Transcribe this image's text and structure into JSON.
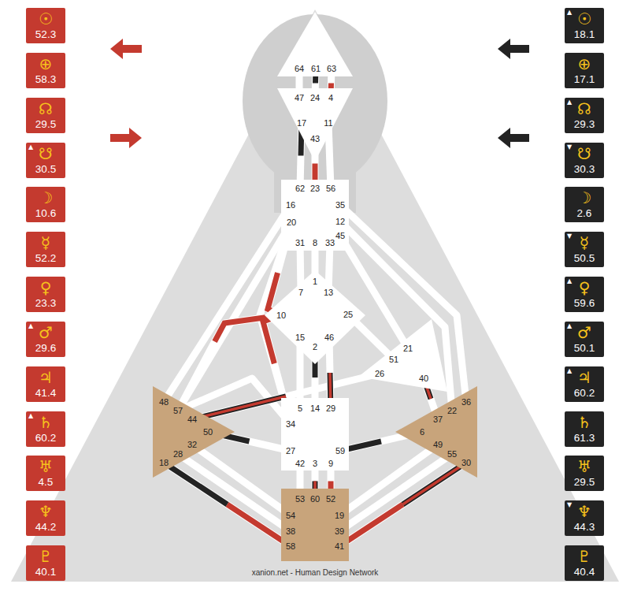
{
  "diagram": {
    "nodes": [
      {
        "text": [
          "☉",
          "52.3"
        ]
      },
      {
        "text": [
          "⊕",
          "58.3"
        ]
      },
      {
        "text": [
          "☊",
          "29.5"
        ]
      },
      {
        "text": [
          "▲",
          "☋",
          "30.5"
        ]
      },
      {
        "text": [
          "☽",
          "10.6"
        ]
      },
      {
        "text": [
          "☿",
          "52.2"
        ]
      },
      {
        "text": [
          "♀",
          "23.3"
        ]
      },
      {
        "text": [
          "▲",
          "♂",
          "29.6"
        ]
      },
      {
        "text": [
          "♃",
          "41.4"
        ]
      },
      {
        "text": [
          "▲",
          "♄",
          "60.2"
        ]
      },
      {
        "text": [
          "♅",
          "4.5"
        ]
      },
      {
        "text": [
          "♆",
          "44.2"
        ]
      },
      {
        "text": [
          "♇",
          "40.1"
        ]
      },
      {
        "text": [
          "▲",
          "☉",
          "18.1"
        ]
      },
      {
        "text": [
          "⊕",
          "17.1"
        ]
      },
      {
        "text": [
          "▲",
          "☊",
          "29.3"
        ]
      },
      {
        "text": [
          "▼",
          "☋",
          "30.3"
        ]
      },
      {
        "text": [
          "☽",
          "2.6"
        ]
      },
      {
        "text": [
          "▼",
          "☿",
          "50.5"
        ]
      },
      {
        "text": [
          "▲",
          "♀",
          "59.6"
        ]
      },
      {
        "text": [
          "▲",
          "♂",
          "50.1"
        ]
      },
      {
        "text": [
          "▲",
          "♃",
          "60.2"
        ]
      },
      {
        "text": [
          "♄",
          "61.3"
        ]
      },
      {
        "text": [
          "♅",
          "29.5"
        ]
      },
      {
        "text": [
          "▼",
          "♆",
          "44.3"
        ]
      },
      {
        "text": [
          "♇",
          "40.4"
        ]
      },
      {
        "text": [
          "64",
          "61",
          "63"
        ]
      },
      {
        "text": [
          "47",
          "24",
          "4",
          "17",
          "43",
          "11"
        ]
      },
      {
        "text": [
          "62",
          "23",
          "56",
          "16",
          "35",
          "20",
          "12",
          "45",
          "31",
          "8",
          "33"
        ]
      },
      {
        "text": [
          "1",
          "7",
          "13",
          "10",
          "25",
          "15",
          "2",
          "46"
        ]
      },
      {
        "text": [
          "21",
          "51",
          "26",
          "40"
        ]
      },
      {
        "text": [
          "48",
          "57",
          "44",
          "50",
          "32",
          "28",
          "18"
        ]
      },
      {
        "text": [
          "5",
          "14",
          "29",
          "34",
          "27",
          "59",
          "42",
          "3",
          "9"
        ]
      },
      {
        "text": [
          "36",
          "22",
          "37",
          "6",
          "49",
          "55",
          "30"
        ]
      },
      {
        "text": [
          "53",
          "60",
          "52",
          "54",
          "19",
          "38",
          "39",
          "58",
          "41"
        ]
      }
    ],
    "edges": [
      {
        "from": 26,
        "to": 27,
        "arrow": "none"
      },
      {
        "from": 26,
        "to": 27,
        "arrow": "none"
      },
      {
        "from": 26,
        "to": 27,
        "arrow": "none"
      },
      {
        "from": 27,
        "to": 28,
        "arrow": "none"
      },
      {
        "from": 27,
        "to": 28,
        "arrow": "none"
      },
      {
        "from": 27,
        "to": 28,
        "arrow": "none"
      },
      {
        "from": 28,
        "to": 31,
        "arrow": "none"
      },
      {
        "from": 28,
        "to": 31,
        "arrow": "none"
      },
      {
        "from": 28,
        "to": 32,
        "arrow": "none"
      },
      {
        "from": 28,
        "to": 29,
        "arrow": "none"
      },
      {
        "from": 28,
        "to": 29,
        "arrow": "none"
      },
      {
        "from": 28,
        "to": 29,
        "arrow": "none"
      },
      {
        "from": 28,
        "to": 29,
        "arrow": "none"
      },
      {
        "from": 28,
        "to": 33,
        "arrow": "none"
      },
      {
        "from": 28,
        "to": 33,
        "arrow": "none"
      },
      {
        "from": 28,
        "to": 30,
        "arrow": "none"
      },
      {
        "from": 29,
        "to": 32,
        "arrow": "none"
      },
      {
        "from": 29,
        "to": 31,
        "arrow": "none"
      },
      {
        "from": 29,
        "to": 30,
        "arrow": "none"
      },
      {
        "from": 29,
        "to": 32,
        "arrow": "none"
      },
      {
        "from": 29,
        "to": 32,
        "arrow": "none"
      },
      {
        "from": 29,
        "to": 32,
        "arrow": "none"
      },
      {
        "from": 30,
        "to": 31,
        "arrow": "none"
      },
      {
        "from": 30,
        "to": 33,
        "arrow": "none"
      },
      {
        "from": 31,
        "to": 32,
        "arrow": "none"
      },
      {
        "from": 32,
        "to": 31,
        "arrow": "none"
      },
      {
        "from": 32,
        "to": 33,
        "arrow": "none"
      },
      {
        "from": 32,
        "to": 34,
        "arrow": "none"
      },
      {
        "from": 32,
        "to": 34,
        "arrow": "none"
      },
      {
        "from": 32,
        "to": 34,
        "arrow": "none"
      },
      {
        "from": 34,
        "to": 31,
        "arrow": "none"
      },
      {
        "from": 34,
        "to": 31,
        "arrow": "none"
      },
      {
        "from": 34,
        "to": 31,
        "arrow": "none"
      },
      {
        "from": 34,
        "to": 33,
        "arrow": "none"
      },
      {
        "from": 34,
        "to": 33,
        "arrow": "none"
      },
      {
        "from": 34,
        "to": 33,
        "arrow": "none"
      }
    ],
    "labels": [
      "xanion.net - Human Design Network"
    ]
  }
}
